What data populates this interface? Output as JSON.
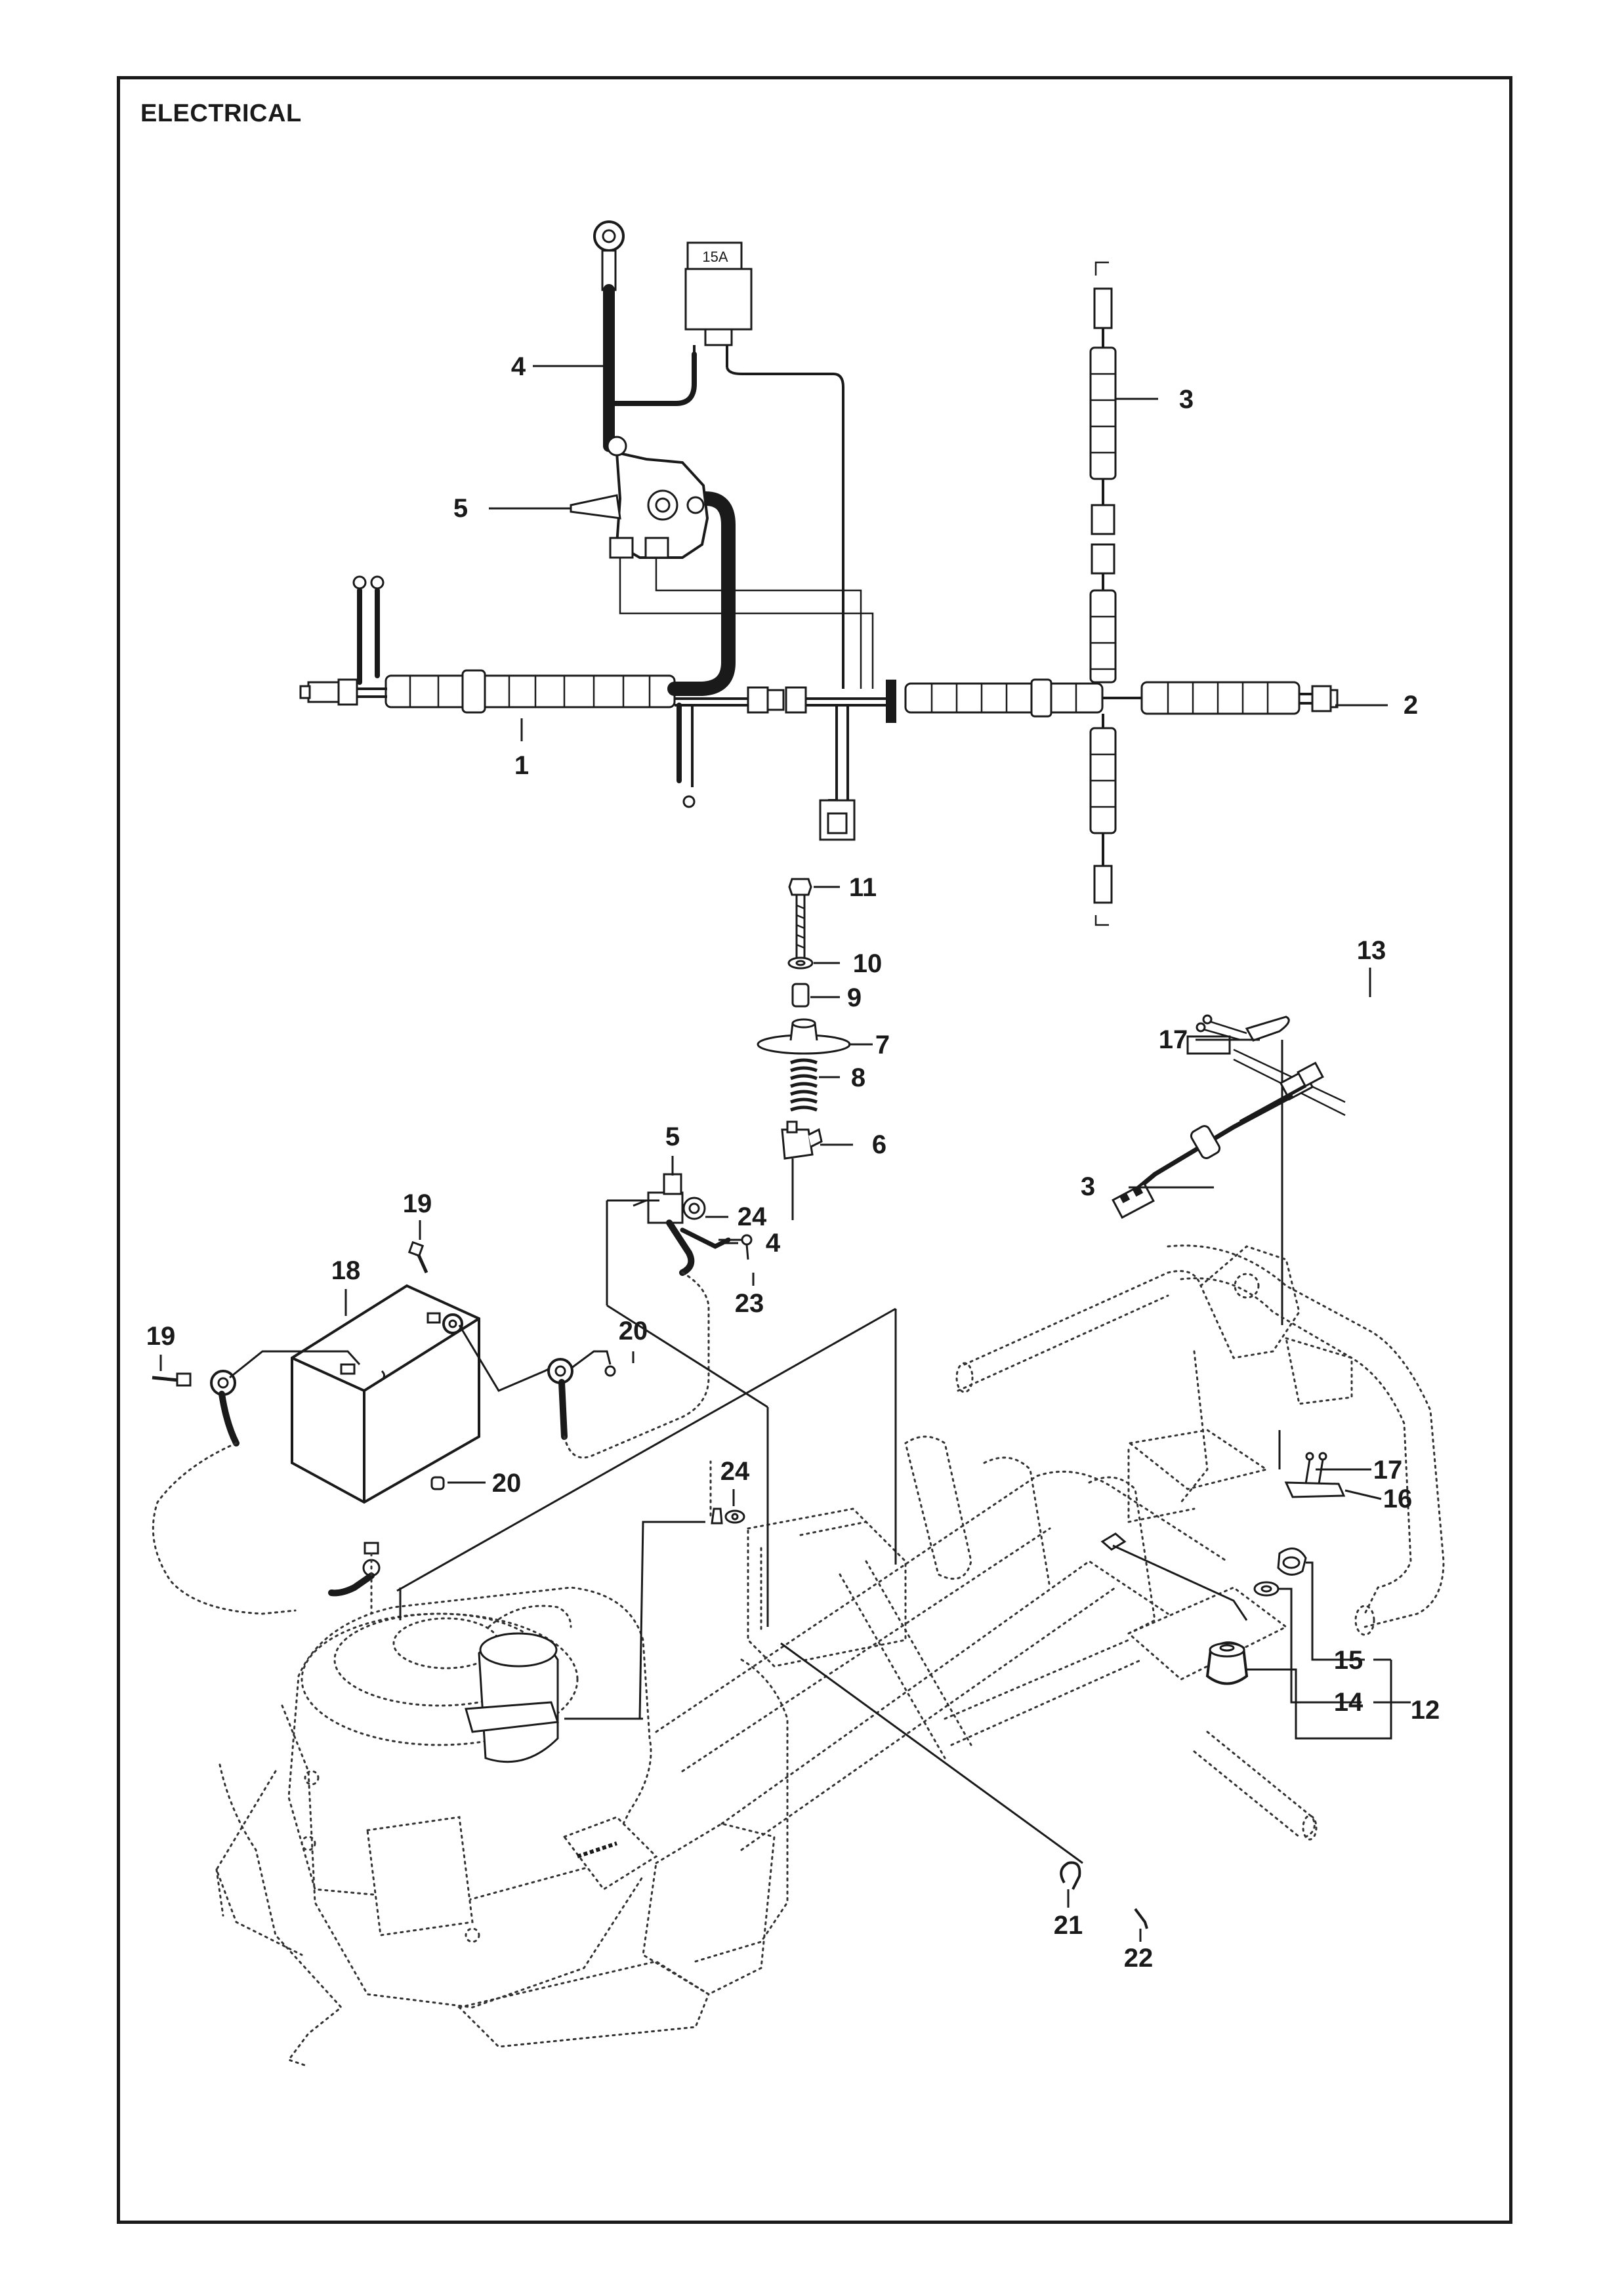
{
  "page": {
    "title": "ELECTRICAL"
  },
  "fuse": {
    "rating": "15A"
  },
  "callouts": [
    {
      "id": "c1",
      "number": "1"
    },
    {
      "id": "c2",
      "number": "2"
    },
    {
      "id": "c3a",
      "number": "3"
    },
    {
      "id": "c4a",
      "number": "4"
    },
    {
      "id": "c5a",
      "number": "5"
    },
    {
      "id": "c11",
      "number": "11"
    },
    {
      "id": "c10",
      "number": "10"
    },
    {
      "id": "c9",
      "number": "9"
    },
    {
      "id": "c7",
      "number": "7"
    },
    {
      "id": "c8",
      "number": "8"
    },
    {
      "id": "c6",
      "number": "6"
    },
    {
      "id": "c5b",
      "number": "5"
    },
    {
      "id": "c24a",
      "number": "24"
    },
    {
      "id": "c4b",
      "number": "4"
    },
    {
      "id": "c23",
      "number": "23"
    },
    {
      "id": "c13",
      "number": "13"
    },
    {
      "id": "c17a",
      "number": "17"
    },
    {
      "id": "c3b",
      "number": "3"
    },
    {
      "id": "c19a",
      "number": "19"
    },
    {
      "id": "c18",
      "number": "18"
    },
    {
      "id": "c19b",
      "number": "19"
    },
    {
      "id": "c20a",
      "number": "20"
    },
    {
      "id": "c20b",
      "number": "20"
    },
    {
      "id": "c24b",
      "number": "24"
    },
    {
      "id": "c17b",
      "number": "17"
    },
    {
      "id": "c16",
      "number": "16"
    },
    {
      "id": "c15",
      "number": "15"
    },
    {
      "id": "c14",
      "number": "14"
    },
    {
      "id": "c12",
      "number": "12"
    },
    {
      "id": "c21",
      "number": "21"
    },
    {
      "id": "c22",
      "number": "22"
    }
  ]
}
